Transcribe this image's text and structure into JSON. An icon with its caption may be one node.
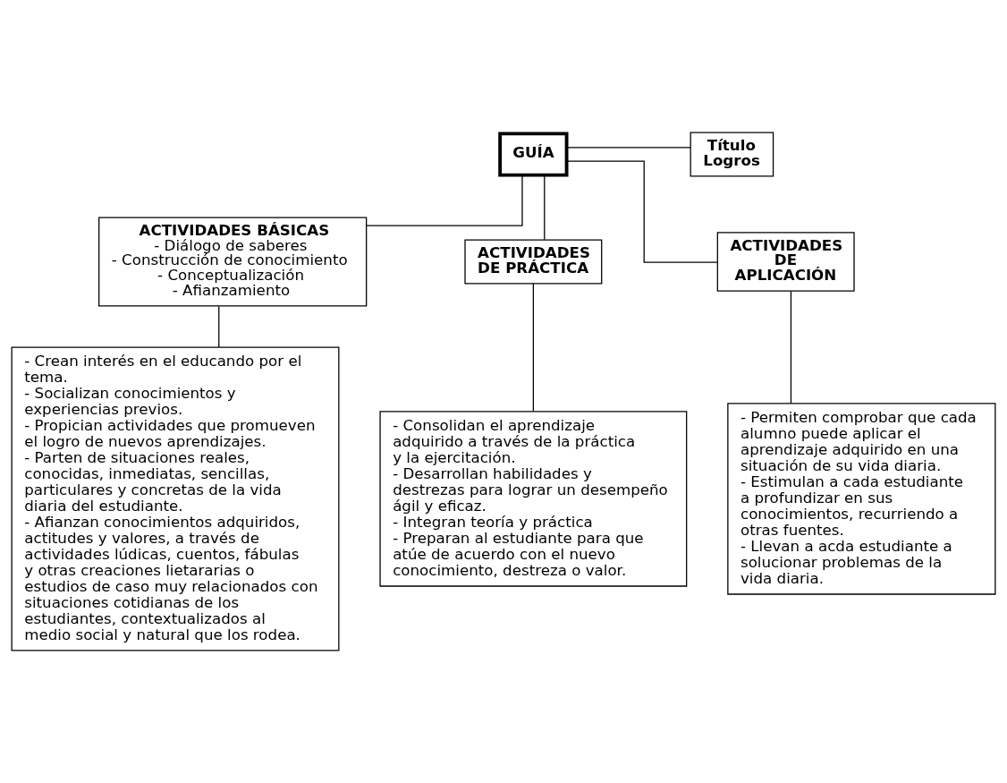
{
  "diagram": {
    "nodes": [
      {
        "text": [
          "GUÍA"
        ]
      },
      {
        "text": [
          "Título",
          "Logros"
        ]
      },
      {
        "text": [
          "ACTIVIDADES BÁSICAS",
          "- Diálogo de saberes",
          "- Construcción de conocimiento",
          "- Conceptualización",
          "- Afianzamiento"
        ]
      },
      {
        "text": [
          "ACTIVIDADES DE PRÁCTICA"
        ]
      },
      {
        "text": [
          "ACTIVIDADES DE APLICACIÓN"
        ]
      },
      {
        "text": [
          "- Crean interés en el educando por el tema.",
          "- Socializan conocimientos y experiencias previos.",
          "- Propician actividades que promueven el logro de nuevos aprendizajes.",
          "- Parten de situaciones reales, conocidas, inmediatas, sencillas, particulares y concretas de la vida diaria del estudiante.",
          "- Afianzan conocimientos adquiridos, actitudes y valores, a través de actividades lúdicas, cuentos, fábulas y otras creaciones lietararias o estudios de caso muy relacionados con situaciones cotidianas de los estudiantes, contextualizados al medio social y natural que los rodea."
        ]
      },
      {
        "text": [
          "- Consolidan el aprendizaje adquirido a través de la práctica y la ejercitación.",
          "- Desarrollan habilidades y destrezas para lograr un desempeño ágil y eficaz.",
          "- Integran teoría y práctica",
          "- Preparan al estudiante para que atúe de acuerdo con el nuevo conocimiento, destreza o valor."
        ]
      },
      {
        "text": [
          "- Permiten comprobar que cada alumno puede aplicar el aprendizaje adquirido en una situación de su vida diaria.",
          "- Estimulan a cada estudiante a profundizar en sus conocimientos, recurriendo a otras fuentes.",
          "- Llevan a acda estudiante a solucionar problemas de la vida diaria."
        ]
      }
    ],
    "edges": [
      {
        "from": 0,
        "to": 1,
        "arrow": "none"
      },
      {
        "from": 0,
        "to": 2,
        "arrow": "none"
      },
      {
        "from": 0,
        "to": 3,
        "arrow": "none"
      },
      {
        "from": 0,
        "to": 4,
        "arrow": "none"
      },
      {
        "from": 2,
        "to": 5,
        "arrow": "none"
      },
      {
        "from": 3,
        "to": 6,
        "arrow": "none"
      },
      {
        "from": 4,
        "to": 7,
        "arrow": "none"
      }
    ]
  }
}
